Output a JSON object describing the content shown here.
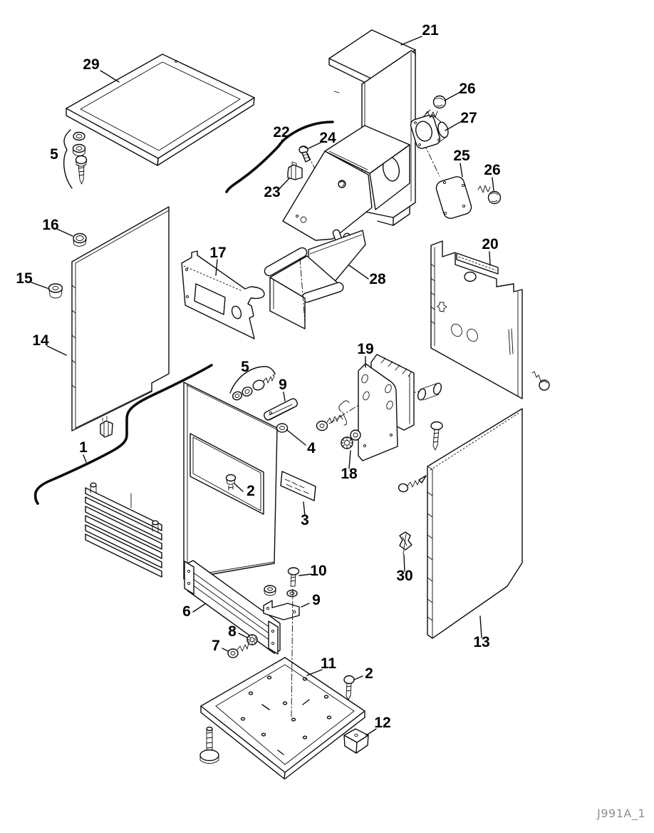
{
  "figure": {
    "code": "J991A_1"
  },
  "callouts": [
    {
      "part": "29"
    },
    {
      "part": "5"
    },
    {
      "part": "16"
    },
    {
      "part": "15"
    },
    {
      "part": "14"
    },
    {
      "part": "1"
    },
    {
      "part": "21"
    },
    {
      "part": "26"
    },
    {
      "part": "27"
    },
    {
      "part": "25"
    },
    {
      "part": "26"
    },
    {
      "part": "22"
    },
    {
      "part": "24"
    },
    {
      "part": "23"
    },
    {
      "part": "17"
    },
    {
      "part": "20"
    },
    {
      "part": "28"
    },
    {
      "part": "19"
    },
    {
      "part": "5"
    },
    {
      "part": "9"
    },
    {
      "part": "4"
    },
    {
      "part": "18"
    },
    {
      "part": "2"
    },
    {
      "part": "3"
    },
    {
      "part": "6"
    },
    {
      "part": "8"
    },
    {
      "part": "7"
    },
    {
      "part": "10"
    },
    {
      "part": "9"
    },
    {
      "part": "11"
    },
    {
      "part": "2"
    },
    {
      "part": "12"
    },
    {
      "part": "13"
    },
    {
      "part": "30"
    }
  ]
}
